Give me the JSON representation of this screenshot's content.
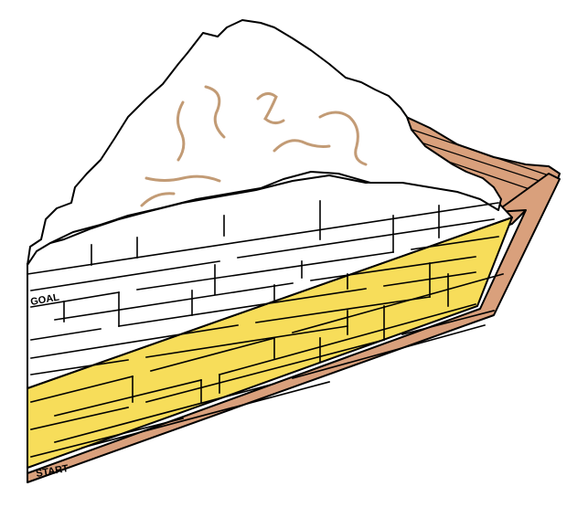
{
  "puzzle": {
    "type": "maze",
    "theme": "lemon meringue pie slice",
    "labels": {
      "goal": "GOAL",
      "start": "START"
    }
  },
  "colors": {
    "meringue": "#ffffff",
    "meringue_swirl": "#b88a5e",
    "filling": "#f7dd5a",
    "crust": "#d9a07c",
    "outline": "#000000",
    "background": "#ffffff"
  }
}
